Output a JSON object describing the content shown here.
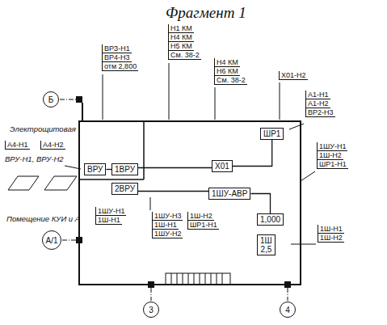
{
  "diagram": {
    "title": "Фрагмент 1",
    "nodes": [
      {
        "text": [
          "Б"
        ]
      },
      {
        "text": [
          "Х01"
        ]
      },
      {
        "text": [
          "ШР1"
        ]
      },
      {
        "text": [
          "ВРУ"
        ]
      },
      {
        "text": [
          "1ВРУ"
        ]
      },
      {
        "text": [
          "2ВРУ"
        ]
      },
      {
        "text": [
          "1ШУ-АВР"
        ]
      },
      {
        "text": [
          "1,000"
        ]
      },
      {
        "text": [
          "1Ш",
          "2,5"
        ]
      },
      {
        "text": [
          "А/1"
        ]
      },
      {
        "text": [
          "3"
        ]
      },
      {
        "text": [
          "4"
        ]
      }
    ],
    "edges": [
      {
        "from": 3,
        "to": 4,
        "arrow": "none"
      },
      {
        "from": 4,
        "to": 1,
        "arrow": "none"
      },
      {
        "from": 1,
        "to": 2,
        "arrow": "none"
      },
      {
        "from": 5,
        "to": 6,
        "arrow": "none"
      },
      {
        "from": 6,
        "to": 7,
        "arrow": "none"
      }
    ],
    "labels": [
      "ВРЗ-Н1",
      "ВР4-Н3",
      "отм 2,800",
      "Н1 КМ",
      "Н4 КМ",
      "Н5 КМ",
      "См. 38-2",
      "Н4 КМ",
      "Н6 КМ",
      "См. 38-2",
      "Х01-Н2",
      "А1-Н1",
      "А1-Н2",
      "ВР2-Н3",
      "1ШУ-Н1",
      "1Ш-Н2",
      "ШР1-Н1",
      "Электрощитовая",
      "А4-Н1",
      "А4-Н2",
      "ВРУ-Н1, ВРУ-Н2",
      "1ШУ-Н1",
      "1Ш-Н1",
      "Помещение КУИ и А",
      "1ШУ-Н3",
      "1Ш-Н2",
      "1Ш-Н1",
      "ШР1-Н1",
      "1ШУ-Н2",
      "1Ш-Н1",
      "1Ш-Н2"
    ]
  }
}
